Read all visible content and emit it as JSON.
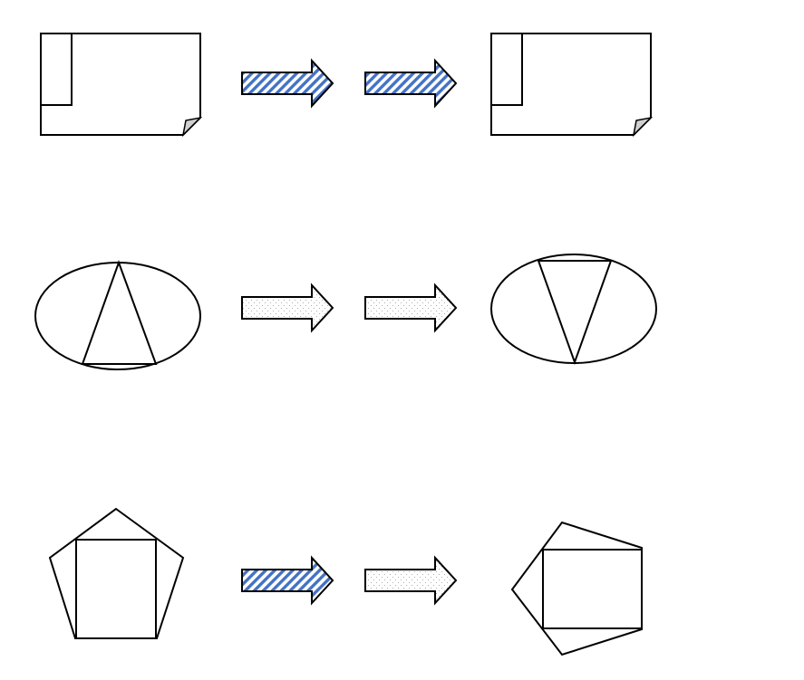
{
  "puzzle": {
    "rows": [
      {
        "left_figure": "page-with-corner-tab-and-folded-corner",
        "arrows": [
          "hatched-blue",
          "hatched-blue"
        ],
        "right_figure": "page-with-corner-tab-and-folded-corner"
      },
      {
        "left_figure": "ellipse-with-upright-triangle",
        "arrows": [
          "dotted",
          "dotted"
        ],
        "right_figure": "ellipse-with-inverted-triangle"
      },
      {
        "left_figure": "pentagon-with-inscribed-square",
        "arrows": [
          "hatched-blue",
          "dotted"
        ],
        "right_figure": "pentagon-rotated-left-with-inscribed-square"
      }
    ]
  },
  "colors": {
    "stroke": "#000000",
    "hatch_blue": "#4472c4",
    "fold_gray": "#d0d0d0",
    "dot_gray": "#9a9a9a",
    "background": "#ffffff"
  }
}
